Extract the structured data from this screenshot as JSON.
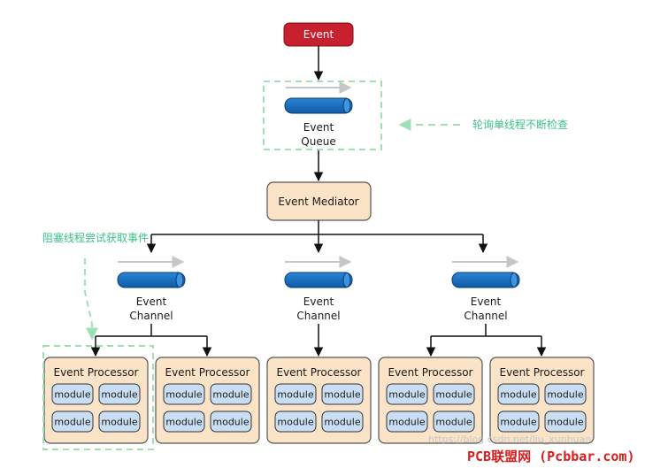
{
  "event": {
    "label": "Event"
  },
  "queue": {
    "line1": "Event",
    "line2": "Queue"
  },
  "mediator": {
    "label": "Event Mediator"
  },
  "annotations": {
    "polling": "轮询单线程不断检查",
    "blocking": "阻塞线程尝试获取事件"
  },
  "channels": [
    {
      "line1": "Event",
      "line2": "Channel"
    },
    {
      "line1": "Event",
      "line2": "Channel"
    },
    {
      "line1": "Event",
      "line2": "Channel"
    }
  ],
  "processors": [
    {
      "title": "Event Processor",
      "modules": [
        "module",
        "module",
        "module",
        "module"
      ]
    },
    {
      "title": "Event Processor",
      "modules": [
        "module",
        "module",
        "module",
        "module"
      ]
    },
    {
      "title": "Event Processor",
      "modules": [
        "module",
        "module",
        "module",
        "module"
      ]
    },
    {
      "title": "Event Processor",
      "modules": [
        "module",
        "module",
        "module",
        "module"
      ]
    },
    {
      "title": "Event Processor",
      "modules": [
        "module",
        "module",
        "module",
        "module"
      ]
    }
  ],
  "watermark": "https://blog.csdn.net/liu_xunhuan",
  "brand": "PCB联盟网 (Pcbbar.com)",
  "colors": {
    "event": "#c8202f",
    "pipe": "#1a6fc0",
    "mediator_fill": "#fbe3c8",
    "processor_fill": "#fbe3c8",
    "module_fill": "#c9def3",
    "dashed_note": "#9ee0b4",
    "note_text": "#3cc08a",
    "brand": "#d81e1e"
  }
}
